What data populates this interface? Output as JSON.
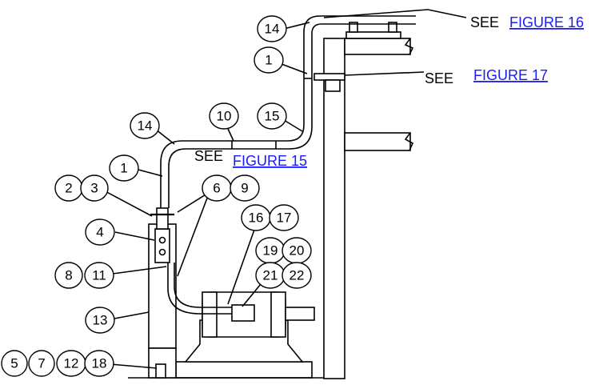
{
  "references": {
    "see_label": "SEE",
    "figure16": "FIGURE 16",
    "figure17": "FIGURE 17",
    "figure15": "FIGURE 15"
  },
  "callouts": {
    "c14_top": "14",
    "c1_top": "1",
    "c10": "10",
    "c15": "15",
    "c14_mid": "14",
    "c1_mid": "1",
    "c2": "2",
    "c3": "3",
    "c6": "6",
    "c9": "9",
    "c4": "4",
    "c16": "16",
    "c17": "17",
    "c19": "19",
    "c20": "20",
    "c21": "21",
    "c22": "22",
    "c8": "8",
    "c11": "11",
    "c13": "13",
    "c5": "5",
    "c7": "7",
    "c12": "12",
    "c18": "18"
  }
}
